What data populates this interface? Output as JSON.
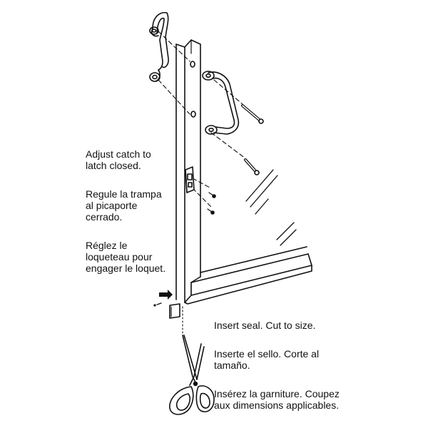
{
  "catch_instructions": {
    "english": "Adjust catch to\nlatch closed.",
    "spanish": "Regule la trampa\nal picaporte\ncerrado.",
    "french": "Réglez le\nloqueteau pour\nengager le loquet."
  },
  "seal_instructions": {
    "english": "Insert seal. Cut to size.",
    "spanish": "Inserte el sello. Corte al\ntamaño.",
    "french": "Insérez la garniture. Coupez\naux dimensions applicables."
  }
}
